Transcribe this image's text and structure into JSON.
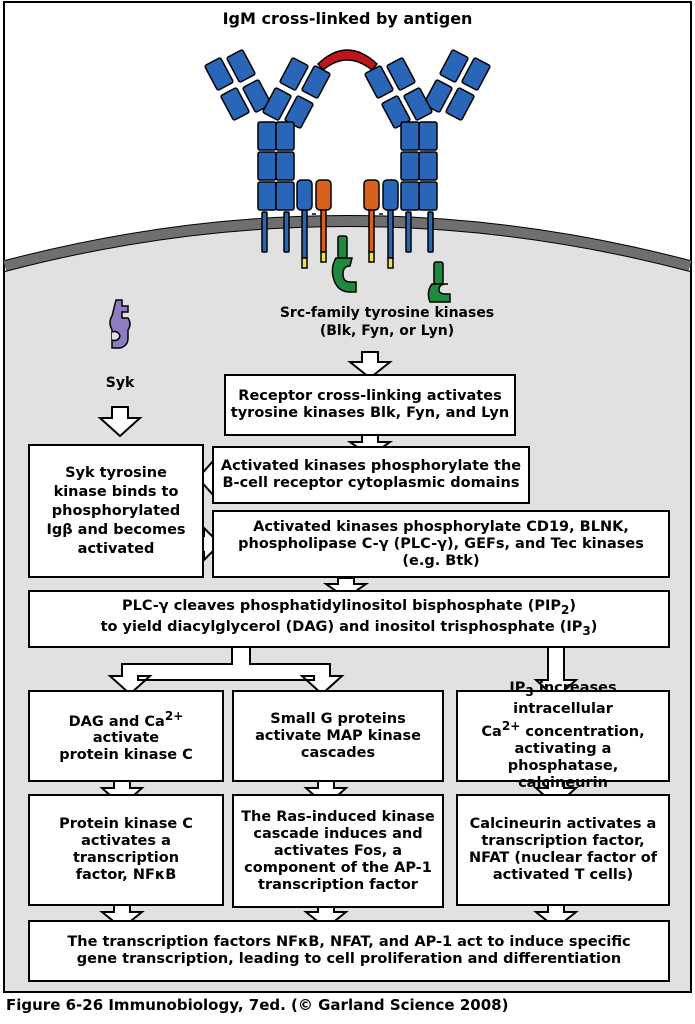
{
  "title": "IgM cross-linked by antigen",
  "labels": {
    "src_family_line1": "Src-family tyrosine kinases",
    "src_family_line2": "(Blk, Fyn, or Lyn)",
    "syk": "Syk"
  },
  "boxes": {
    "crosslinking": "Receptor cross-linking activates\ntyrosine kinases Blk, Fyn, and Lyn",
    "phosphorylate_domains": "Activated kinases phosphorylate the\nB-cell receptor cytoplasmic domains",
    "syk_binds": "Syk tyrosine\nkinase binds to\nphosphorylated\nIgβ and becomes\nactivated",
    "phosphorylate_targets": "Activated kinases phosphorylate CD19, BLNK,\nphospholipase C-γ (PLC-γ), GEFs, and Tec kinases\n(e.g. Btk)",
    "plc_line1_a": "PLC-γ cleaves phosphatidylinositol bisphosphate (PIP",
    "plc_line1_sub": "2",
    "plc_line1_b": ")",
    "plc_line2_a": "to yield diacylglycerol (DAG) and inositol trisphosphate (IP",
    "plc_line2_sub": "3",
    "plc_line2_b": ")",
    "dag_a": "DAG and Ca",
    "dag_sup": "2+",
    "dag_b": "activate\nprotein kinase C",
    "small_g": "Small G proteins\nactivate MAP kinase\ncascades",
    "ip3_a": "IP",
    "ip3_sub": "3",
    "ip3_b": " increases intracellular",
    "ip3_c": "Ca",
    "ip3_sup": "2+",
    "ip3_d": " concentration,",
    "ip3_e": "activating a phosphatase,\ncalcineurin",
    "pkc": "Protein kinase C\nactivates a\ntranscription\nfactor, NFκB",
    "ras": "The Ras-induced kinase\ncascade induces and\nactivates Fos, a\ncomponent of the AP-1\ntranscription factor",
    "calcineurin": "Calcineurin activates a\ntranscription factor,\nNFAT (nuclear factor of\nactivated T cells)",
    "final": "The transcription factors NFκB, NFAT, and AP-1 act to induce specific\ngene transcription, leading to cell proliferation and differentiation"
  },
  "caption": "Figure 6-26  Immunobiology, 7ed. (© Garland Science 2008)",
  "colors": {
    "cell_interior": "#e1e1e1",
    "membrane": "#6f6f6f",
    "antibody_blue": "#2a66b8",
    "antigen_red": "#c0161b",
    "ig_alpha_beta_orange": "#d9611e",
    "src_kinase_green": "#1f8a3f",
    "syk_purple": "#8c7cc0",
    "itam_yellow": "#f2e14a"
  }
}
